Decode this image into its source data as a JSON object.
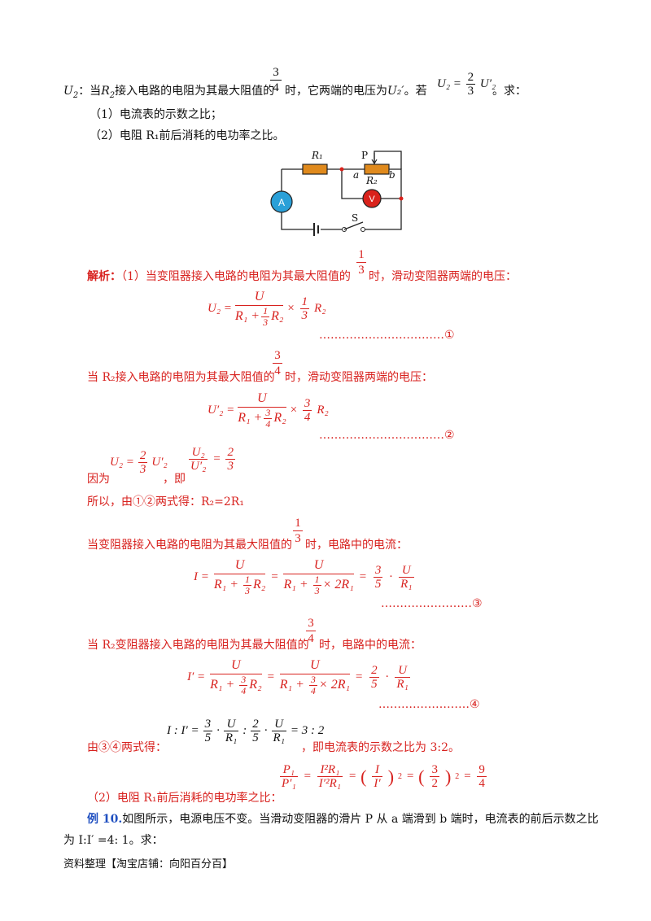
{
  "header": {
    "u2_label": "U",
    "u2_sub": "2",
    "line1_a": "：当",
    "r2": "R",
    "r2_sub": "2",
    "line1_b": "接入电路的电阻为其最大阻值的",
    "frac34_num": "3",
    "frac34_den": "4",
    "line1_c": "时，它两端的电压为",
    "u2prime": "U₂′",
    "line1_d": "。若",
    "eq_left": "U₂ =",
    "eq_frac_num": "2",
    "eq_frac_den": "3",
    "eq_right": "U′₂",
    "line1_end": "。求："
  },
  "questions": [
    "（1）电流表的示数之比；",
    "（2）电阻 R₁前后消耗的电功率之比。"
  ],
  "circuit": {
    "r1_label": "R₁",
    "p_label": "P",
    "a_label": "a",
    "r2_label": "R₂",
    "b_label": "b",
    "ammeter": "A",
    "voltmeter": "V",
    "switch": "S"
  },
  "solution": {
    "head": "解析：",
    "l1": "（1）当变阻器接入电路的电阻为其最大阻值的",
    "l1_frac_num": "1",
    "l1_frac_den": "3",
    "l1_end": "时，滑动变阻器两端的电压：",
    "eq1_lhs": "U₂ =",
    "eq1_num": "U",
    "eq1_den_a": "R₁ +",
    "eq1_den_fn": "1",
    "eq1_den_fd": "3",
    "eq1_den_b": "R₂",
    "eq1_times": "×",
    "eq1_fn": "1",
    "eq1_fd": "3",
    "eq1_tail": "R₂",
    "mark1": "……………………………①",
    "l2_a": "当 R₂接入电路的电阻为其最大阻值的",
    "l2_frac_num": "3",
    "l2_frac_den": "4",
    "l2_end": "时，滑动变阻器两端的电压：",
    "eq2_lhs": "U′₂ =",
    "eq2_num": "U",
    "eq2_den_a": "R₁ +",
    "eq2_den_fn": "3",
    "eq2_den_fd": "4",
    "eq2_den_b": "R₂",
    "eq2_times": "×",
    "eq2_fn": "3",
    "eq2_fd": "4",
    "eq2_tail": "R₂",
    "mark2": "……………………………②",
    "because": "因为",
    "bec_eq_l": "U₂ =",
    "bec_fn": "2",
    "bec_fd": "3",
    "bec_eq_r": "U′₂",
    "bec_sep": "，即",
    "bec2_num": "U₂",
    "bec2_den": "U′₂",
    "bec2_eq": "=",
    "bec2_fn": "2",
    "bec2_fd": "3",
    "so_line": "所以，由①②两式得：R₂=2R₁",
    "l3_a": "当变阻器接入电路的电阻为其最大阻值的",
    "l3_frac_num": "1",
    "l3_frac_den": "3",
    "l3_end": "时，电路中的电流：",
    "eq3": "I =",
    "mark3": "……………………③",
    "l4_a": "当 R₂变阻器接入电路的电阻为其最大阻值的",
    "l4_frac_num": "3",
    "l4_frac_den": "4",
    "l4_end": "时，电路中的电流：",
    "eq4": "I′ =",
    "mark4": "……………………④",
    "ratio_prefix": "由③④两式得：",
    "ratio_eq": "I : I′ =",
    "ratio_result": "= 3 : 2",
    "ratio_text": "，即电流表的示数之比为 3:2。",
    "power_prefix": "（2）电阻 R₁前后消耗的电功率之比：",
    "power_result": "9",
    "power_result_den": "4"
  },
  "example": {
    "label": "例 10.",
    "text1": "如图所示，电源电压不变。当滑动变阻器的滑片 P 从 a 端滑到 b 端时，电流表的前后示数之比",
    "text2": "为 I:I′ =4: 1。求："
  },
  "footer": "资料整理【淘宝店铺：向阳百分百】"
}
